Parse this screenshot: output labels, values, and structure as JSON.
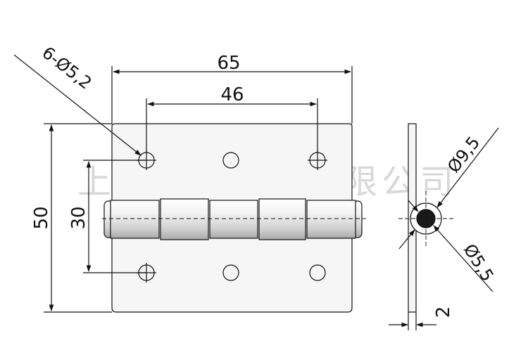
{
  "front_view": {
    "dim_width": "65",
    "dim_hole_spacing": "46",
    "dim_height": "50",
    "dim_hole_height": "30",
    "callout_holes": "6-Ø5,2"
  },
  "side_view": {
    "dim_outer_diameter": "Ø9,5",
    "dim_pin_diameter": "Ø5,5",
    "dim_thickness": "2"
  },
  "watermark": "上海黎枫柜锁有限公司",
  "colors": {
    "line": "#111111",
    "plate_fill": "#f4f4f4",
    "pin_fill": "#1a1a1a",
    "watermark": "#d8d8d8"
  }
}
